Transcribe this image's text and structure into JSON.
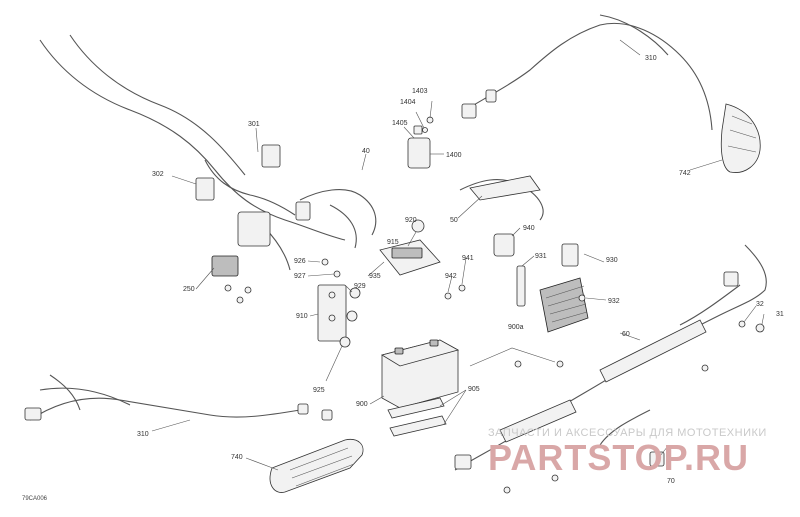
{
  "figure_code": "79CA006",
  "callouts": [
    {
      "id": "c301",
      "label": "301"
    },
    {
      "id": "c302",
      "label": "302"
    },
    {
      "id": "c250",
      "label": "250"
    },
    {
      "id": "c40",
      "label": "40"
    },
    {
      "id": "c1403",
      "label": "1403"
    },
    {
      "id": "c1404",
      "label": "1404"
    },
    {
      "id": "c1405",
      "label": "1405"
    },
    {
      "id": "c1400",
      "label": "1400"
    },
    {
      "id": "c310top",
      "label": "310"
    },
    {
      "id": "c742",
      "label": "742"
    },
    {
      "id": "c50",
      "label": "50"
    },
    {
      "id": "c920",
      "label": "920"
    },
    {
      "id": "c915",
      "label": "915"
    },
    {
      "id": "c926",
      "label": "926"
    },
    {
      "id": "c927",
      "label": "927"
    },
    {
      "id": "c935",
      "label": "935"
    },
    {
      "id": "c929",
      "label": "929"
    },
    {
      "id": "c910",
      "label": "910"
    },
    {
      "id": "c940",
      "label": "940"
    },
    {
      "id": "c941",
      "label": "941"
    },
    {
      "id": "c942",
      "label": "942"
    },
    {
      "id": "c931",
      "label": "931"
    },
    {
      "id": "c930",
      "label": "930"
    },
    {
      "id": "c932",
      "label": "932"
    },
    {
      "id": "c900a",
      "label": "900a"
    },
    {
      "id": "c925",
      "label": "925"
    },
    {
      "id": "c900",
      "label": "900"
    },
    {
      "id": "c905",
      "label": "905"
    },
    {
      "id": "c60",
      "label": "60"
    },
    {
      "id": "c32",
      "label": "32"
    },
    {
      "id": "c31",
      "label": "31"
    },
    {
      "id": "c310bot",
      "label": "310"
    },
    {
      "id": "c740",
      "label": "740"
    },
    {
      "id": "c70",
      "label": "70"
    }
  ],
  "watermark": {
    "line1": "ЗАПЧАСТИ И АКСЕССУАРЫ ДЛЯ МОТОТЕХНИКИ",
    "line2": "PARTSTOP.RU"
  }
}
